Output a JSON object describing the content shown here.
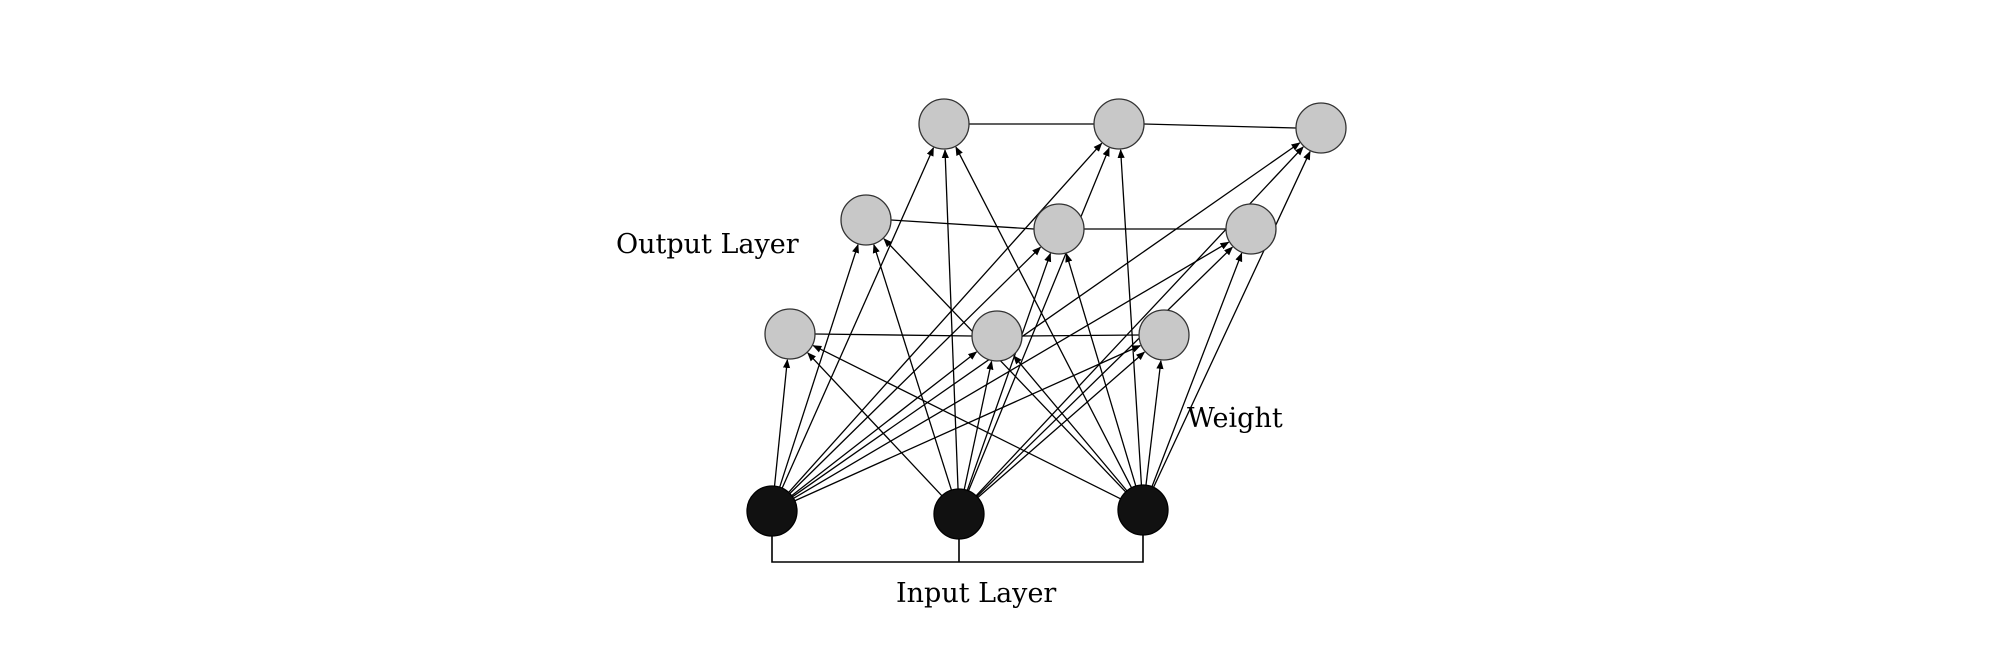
{
  "labels": {
    "output_layer": "Output Layer",
    "input_layer": "Input Layer",
    "weight": "Weight"
  },
  "colors": {
    "output_node_fill": "#c8c8c8",
    "output_node_stroke": "#333333",
    "input_node_fill": "#111111",
    "edge": "#000000"
  },
  "output_layer": {
    "rows": 3,
    "columns": 3
  },
  "input_layer": {
    "count": 3
  },
  "topology": "every input node connects to every output node"
}
